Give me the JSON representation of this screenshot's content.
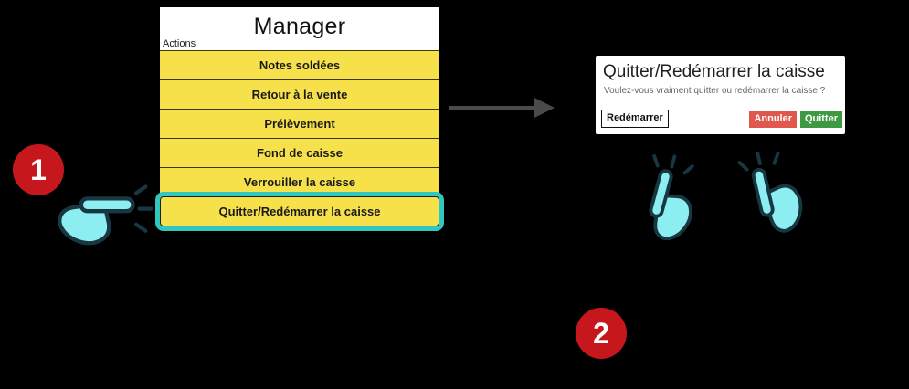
{
  "annotations": {
    "step1_label": "1",
    "step2_label": "2"
  },
  "manager_panel": {
    "title": "Manager",
    "section_label": "Actions",
    "items": [
      {
        "label": "Notes soldées"
      },
      {
        "label": "Retour à la vente"
      },
      {
        "label": "Prélèvement"
      },
      {
        "label": "Fond de caisse"
      },
      {
        "label": "Verrouiller la caisse"
      },
      {
        "label": "Quitter/Redémarrer la caisse"
      }
    ]
  },
  "dialog": {
    "title": "Quitter/Redémarrer la caisse",
    "message": "Voulez-vous vraiment quitter ou redémarrer la caisse ?",
    "restart_button": "Redémarrer",
    "cancel_button": "Annuler",
    "quit_button": "Quitter"
  },
  "icons": {
    "pointer": "pointing-hand-icon",
    "tap_left": "tap-hand-icon",
    "tap_right": "tap-hand-icon",
    "flow": "arrow-right-icon"
  },
  "colors": {
    "menu_yellow": "#f7e14b",
    "highlight_teal": "#31c7c1",
    "badge_red": "#c5171c",
    "cancel_red": "#e0574e",
    "quit_green": "#3d9a43",
    "hand_cyan": "#8deef2"
  }
}
